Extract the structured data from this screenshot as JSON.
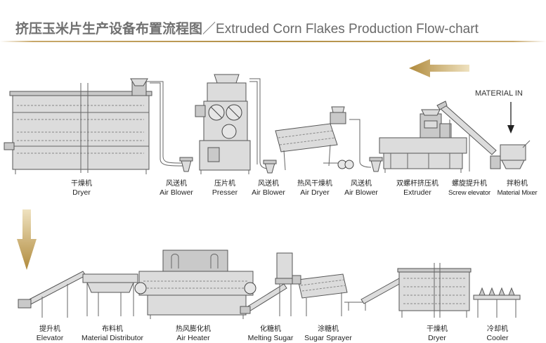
{
  "title": {
    "cn": "挤压玉米片生产设备布置流程图",
    "sep": "／",
    "en": "Extruded Corn Flakes Production Flow-chart"
  },
  "material_in": "MATERIAL IN",
  "colors": {
    "accent_gold": "#b28f45",
    "metal": "#dcdcdc",
    "outline": "#555555"
  },
  "top_row": [
    {
      "cn": "干燥机",
      "en": "Dryer"
    },
    {
      "cn": "风送机",
      "en": "Air Blower"
    },
    {
      "cn": "压片机",
      "en": "Presser"
    },
    {
      "cn": "风送机",
      "en": "Air Blower"
    },
    {
      "cn": "热风干燥机",
      "en": "Air Dryer"
    },
    {
      "cn": "风送机",
      "en": "Air Blower"
    },
    {
      "cn": "双螺杆挤压机",
      "en": "Extruder"
    },
    {
      "cn": "螺旋提升机",
      "en": "Screw elevator"
    },
    {
      "cn": "拌粉机",
      "en": "Material Mixer"
    }
  ],
  "bottom_row": [
    {
      "cn": "提升机",
      "en": "Elevator"
    },
    {
      "cn": "布料机",
      "en": "Material Distributor"
    },
    {
      "cn": "热风膨化机",
      "en": "Air Heater"
    },
    {
      "cn": "化糖机",
      "en": "Melting Sugar"
    },
    {
      "cn": "涂糖机",
      "en": "Sugar Sprayer"
    },
    {
      "cn": "干燥机",
      "en": "Dryer"
    },
    {
      "cn": "冷却机",
      "en": "Cooler"
    }
  ]
}
